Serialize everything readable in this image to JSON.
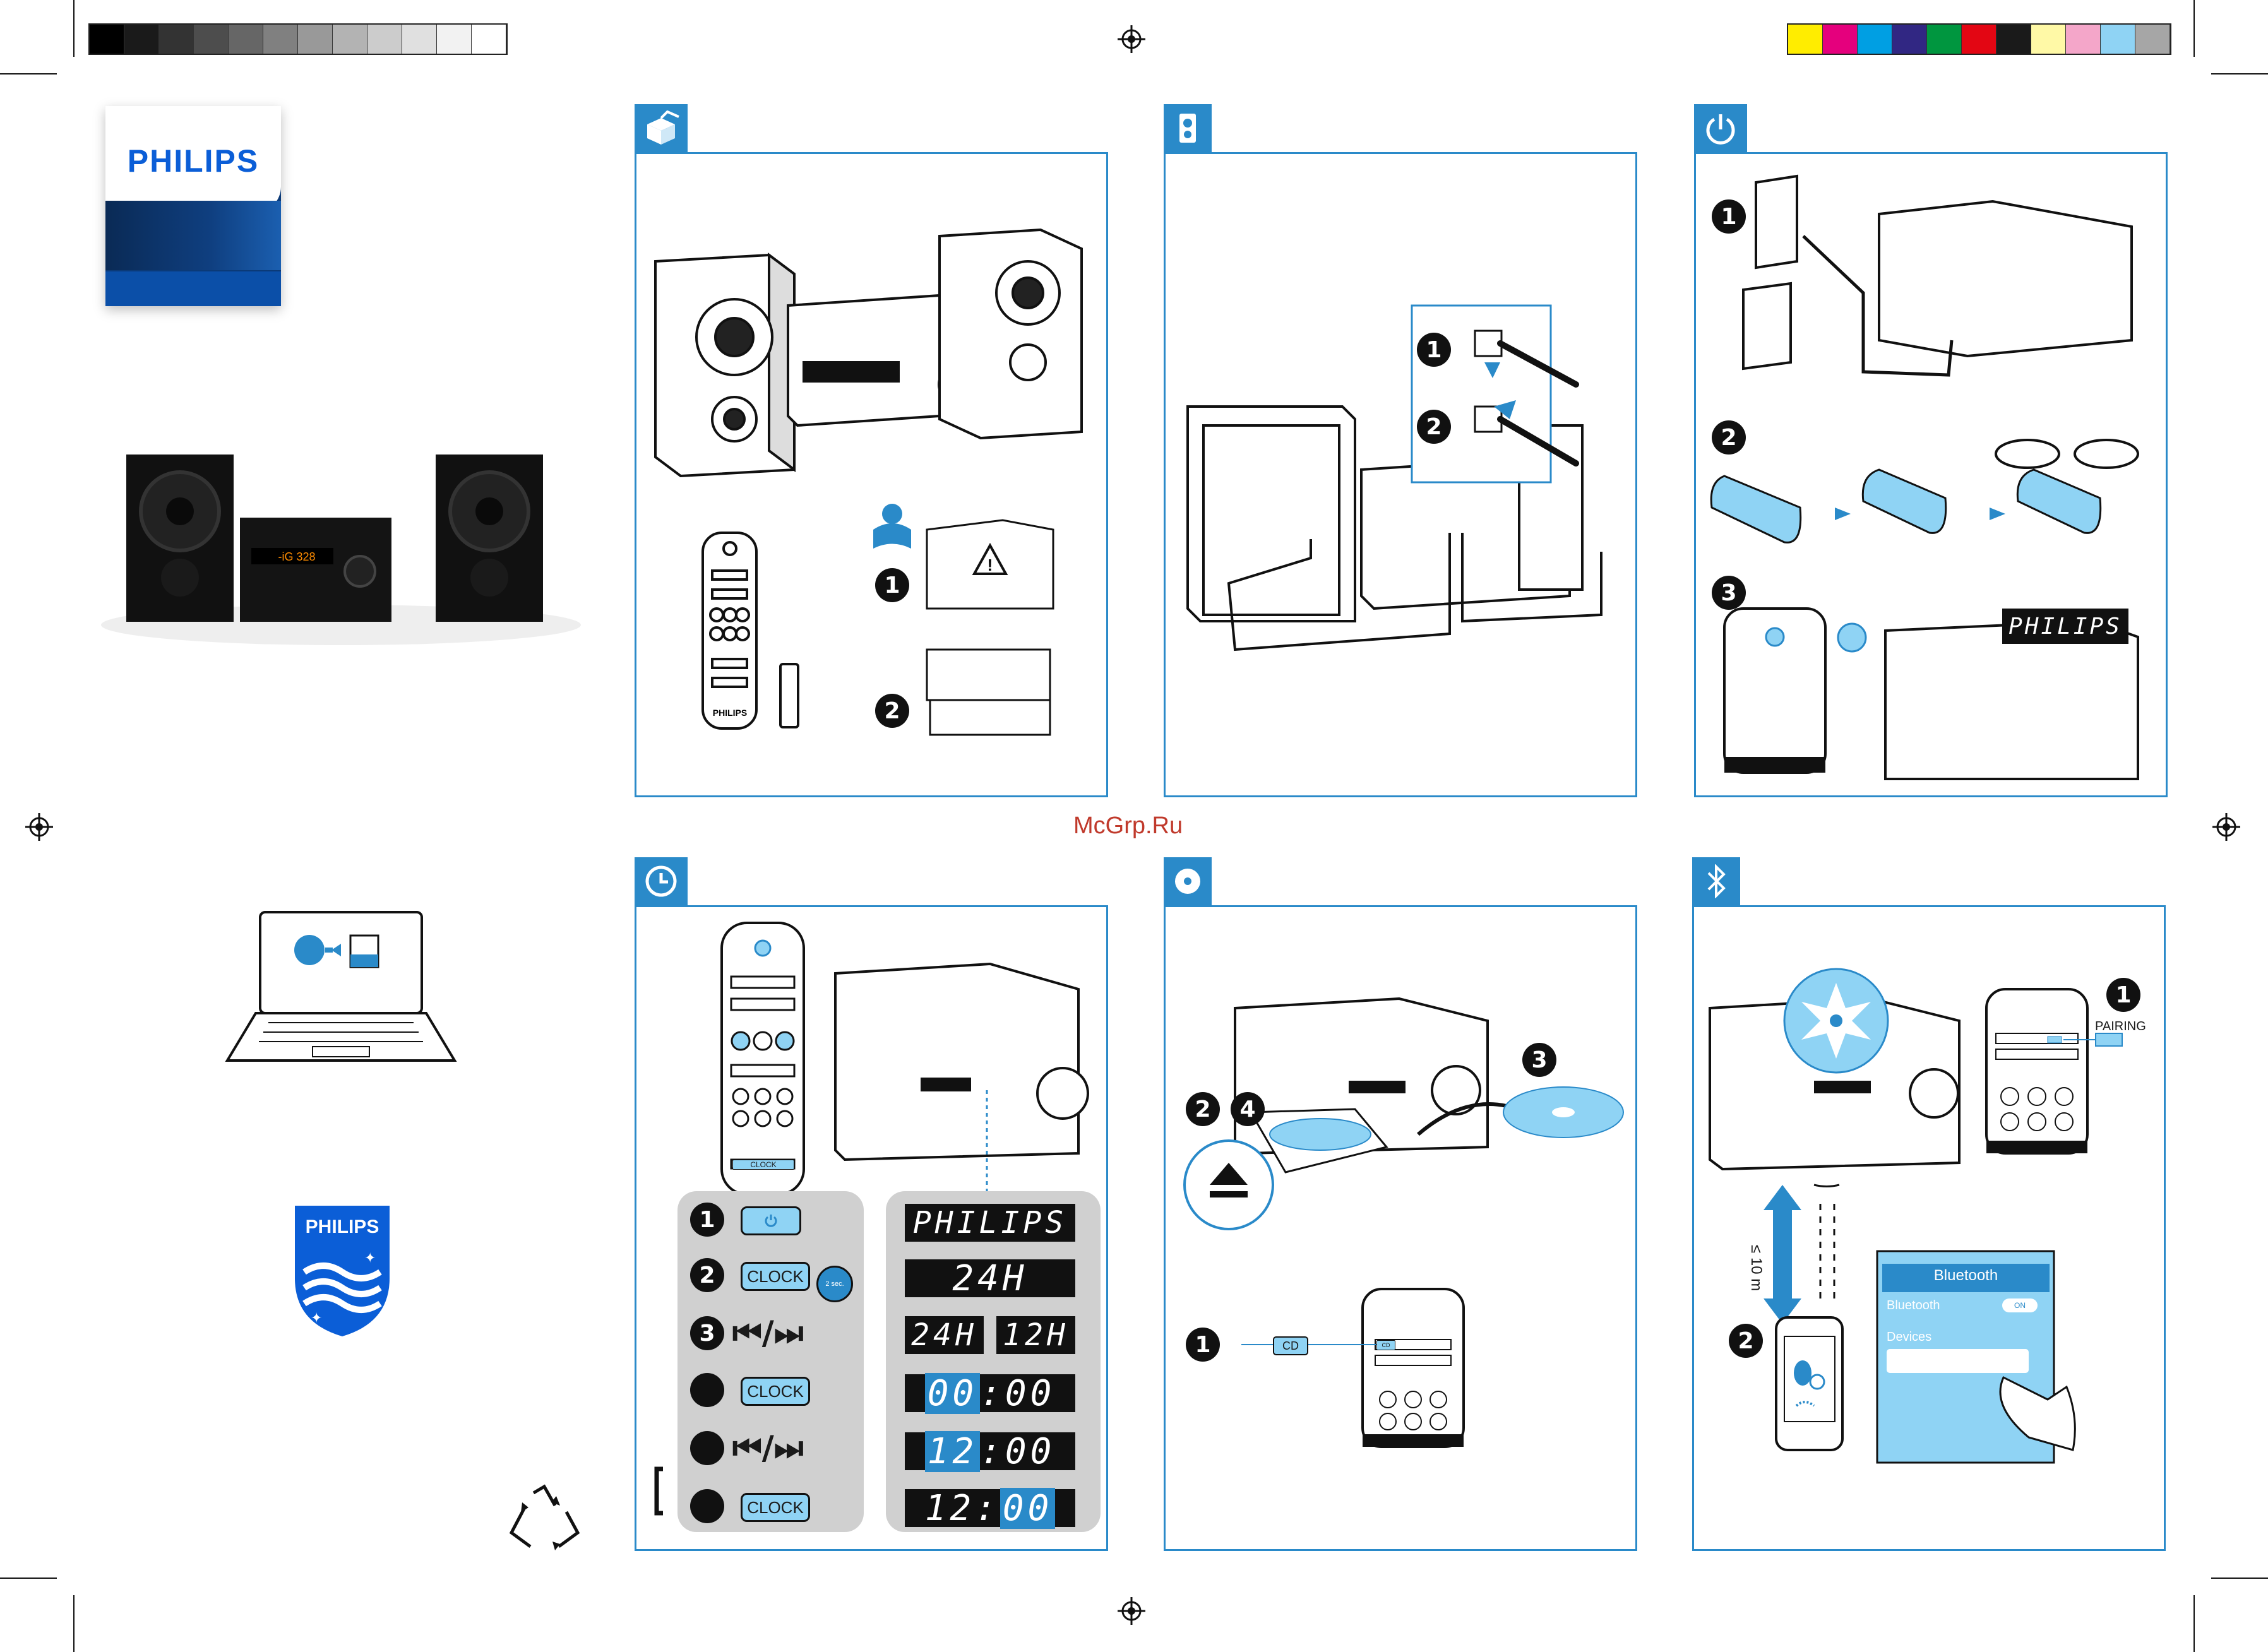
{
  "brand": "PHILIPS",
  "watermark": "McGrp.Ru",
  "colors": {
    "accent": "#2a8ac9",
    "light_blue": "#8fd3f4",
    "gray_panel": "#d0d0d0"
  },
  "swatches_gray": [
    "#000000",
    "#1a1a1a",
    "#333333",
    "#4d4d4d",
    "#666666",
    "#808080",
    "#999999",
    "#b3b3b3",
    "#cccccc",
    "#e0e0e0",
    "#f2f2f2",
    "#ffffff"
  ],
  "swatches_color": [
    "#ffed00",
    "#e5007d",
    "#009fe3",
    "#312783",
    "#00963f",
    "#e30613",
    "#1a1a1a",
    "#fff9a6",
    "#f4a6c9",
    "#8fd3f4",
    "#a6a6a6"
  ],
  "panels": {
    "unpack": {
      "icon": "box-open-icon",
      "steps": [
        "1",
        "2"
      ]
    },
    "speakers": {
      "icon": "speaker-icon",
      "steps": [
        "1",
        "2"
      ]
    },
    "power": {
      "icon": "power-icon",
      "steps": [
        "1",
        "2",
        "3"
      ],
      "display": "PHILIPS"
    },
    "clock": {
      "icon": "clock-icon",
      "steps": [
        "1",
        "2",
        "3"
      ],
      "button_clock": "CLOCK",
      "hold_time": "2 sec.",
      "display_philips": "PHILIPS",
      "display_24h": "24H",
      "display_12h": "12H",
      "display_hour": "00",
      "display_min": "00",
      "display_hour_set": "12",
      "display_min_set": "00",
      "display_final_hour": "12",
      "display_final_min": "00"
    },
    "cd": {
      "icon": "disc-icon",
      "steps": [
        "1",
        "2",
        "4",
        "3"
      ],
      "cd_label": "CD"
    },
    "bluetooth": {
      "icon": "bluetooth-icon",
      "steps": [
        "1",
        "2"
      ],
      "pairing_label": "PAIRING",
      "distance": "≤ 10 m",
      "screen_title": "Bluetooth",
      "screen_row": "Bluetooth",
      "screen_toggle": "ON",
      "screen_devices": "Devices"
    }
  }
}
